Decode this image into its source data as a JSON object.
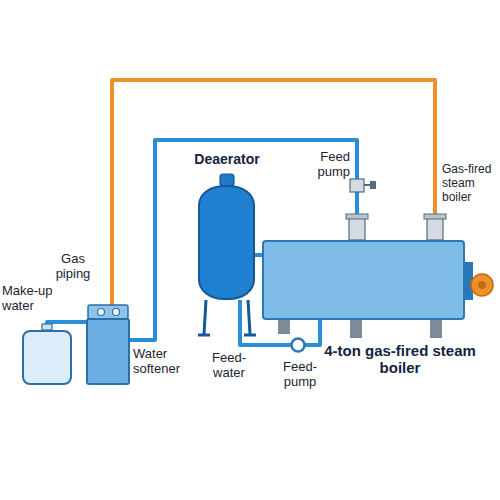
{
  "diagram": {
    "nodes": [
      {
        "text": [
          "Make-up water"
        ]
      },
      {
        "text": [
          "Water softener"
        ]
      },
      {
        "text": [
          "Deaerator"
        ]
      },
      {
        "text": [
          "4-ton gas-fired steam boiler"
        ]
      }
    ],
    "edges": [
      {
        "from": 0,
        "to": 1,
        "arrow": "none"
      },
      {
        "from": 1,
        "to": 3,
        "arrow": "none"
      },
      {
        "from": 1,
        "to": 3,
        "arrow": "none"
      },
      {
        "from": 2,
        "to": 3,
        "arrow": "none"
      },
      {
        "from": 2,
        "to": 3,
        "arrow": "none"
      }
    ],
    "labels": [
      "Gas piping",
      "Feed pump",
      "Gas-fired steam boiler",
      "Feed-water",
      "Feed-pump"
    ]
  }
}
